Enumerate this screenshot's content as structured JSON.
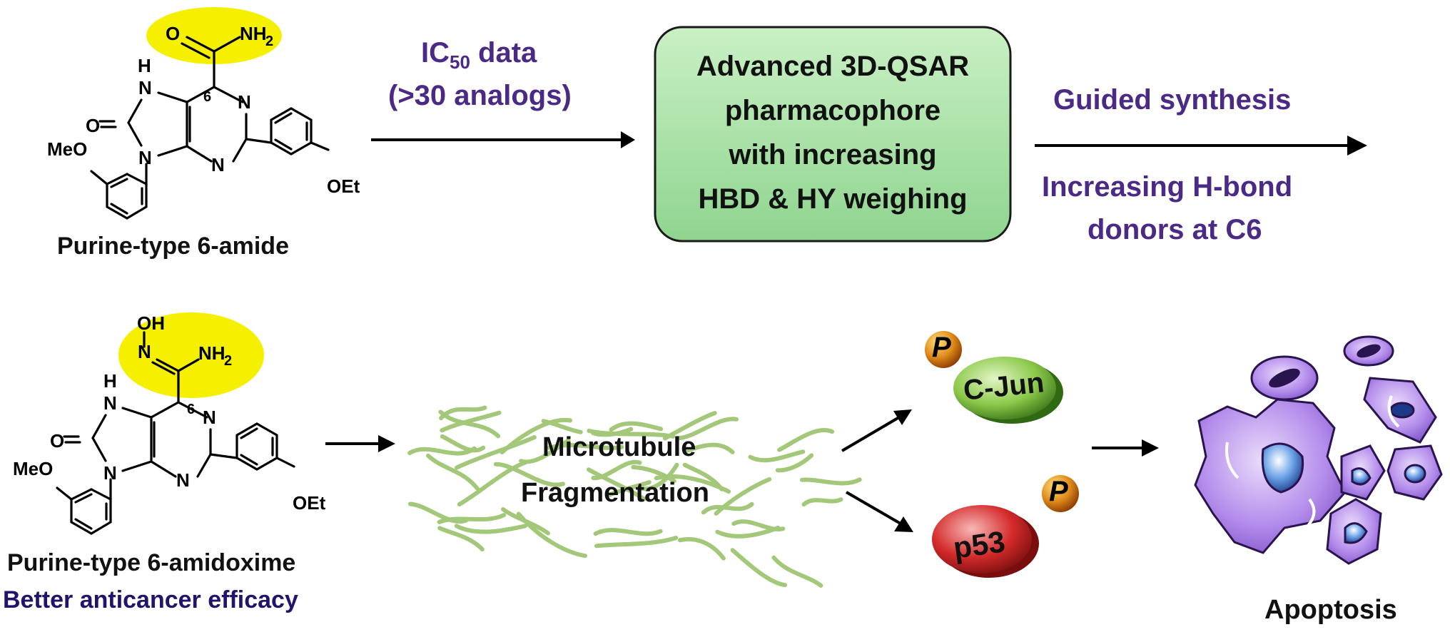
{
  "colors": {
    "highlight": "#f4f000",
    "annotation_text": "#4b2a86",
    "box_fill": "#a8e3a8",
    "box_stroke": "#1a1a1a",
    "microtubule": "#a4c87a",
    "cjun": "#7cc23e",
    "p53": "#d42a2a",
    "phospho": "#e08b1c",
    "cell": "#a77ce0",
    "efficacy_text": "#23146b"
  },
  "top_row": {
    "molecule_caption": "Purine-type 6-amide",
    "arrow1_label_prefix": "IC",
    "arrow1_label_sub": "50",
    "arrow1_label_suffix": " data",
    "arrow1_label_line2": "(>30 analogs)",
    "box_lines": [
      "Advanced 3D-QSAR",
      "pharmacophore",
      "with increasing",
      "HBD & HY weighing"
    ],
    "arrow2_label_top": "Guided synthesis",
    "arrow2_label_bottom_1": "Increasing H-bond",
    "arrow2_label_bottom_2": "donors at C6"
  },
  "bottom_row": {
    "molecule_caption": "Purine-type 6-amidoxime",
    "molecule_subcaption": "Better anticancer efficacy",
    "microtubule_label_1": "Microtubule",
    "microtubule_label_2": "Fragmentation",
    "protein_cjun": "C-Jun",
    "protein_p53": "p53",
    "phospho_label": "P",
    "outcome_label": "Apoptosis"
  },
  "atoms_amide": {
    "O_carbonyl": "O",
    "NH2": "NH",
    "NH2_sub": "2",
    "H": "H",
    "N7": "N",
    "C6": "6",
    "N1": "N",
    "O8": "O",
    "N9": "N",
    "N3": "N",
    "MeO": "MeO",
    "OEt": "OEt"
  },
  "atoms_amidoxime": {
    "OH": "OH",
    "N_ox": "N",
    "NH2": "NH",
    "NH2_sub": "2",
    "H": "H",
    "N7": "N",
    "C6": "6",
    "N1": "N",
    "O8": "O",
    "N9": "N",
    "N3": "N",
    "MeO": "MeO",
    "OEt": "OEt"
  }
}
